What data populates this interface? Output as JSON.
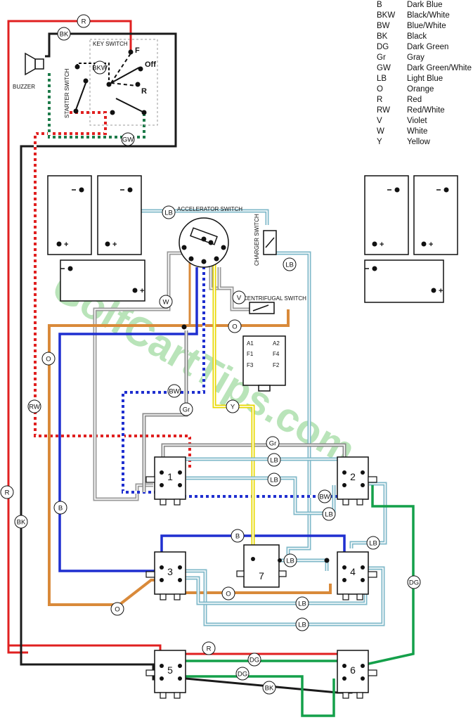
{
  "legend": [
    {
      "code": "B",
      "name": "Dark Blue"
    },
    {
      "code": "BKW",
      "name": "Black/White"
    },
    {
      "code": "BW",
      "name": "Blue/White"
    },
    {
      "code": "BK",
      "name": "Black"
    },
    {
      "code": "DG",
      "name": "Dark Green"
    },
    {
      "code": "Gr",
      "name": "Gray"
    },
    {
      "code": "GW",
      "name": "Dark Green/White"
    },
    {
      "code": "LB",
      "name": "Light Blue"
    },
    {
      "code": "O",
      "name": "Orange"
    },
    {
      "code": "R",
      "name": "Red"
    },
    {
      "code": "RW",
      "name": "Red/White"
    },
    {
      "code": "V",
      "name": "Violet"
    },
    {
      "code": "W",
      "name": "White"
    },
    {
      "code": "Y",
      "name": "Yellow"
    }
  ],
  "components": {
    "buzzer": "BUZZER",
    "key_switch": "KEY SWITCH",
    "starter_switch": "STARTER SWITCH",
    "key_f": "F",
    "key_off": "Off",
    "key_r": "R",
    "accelerator_switch": "ACCELERATOR SWITCH",
    "charger_switch": "CHARGER SWITCH",
    "centrifugal_switch": "CENTRIFUGAL SWITCH",
    "motor_terminals": [
      "A1",
      "F1",
      "F3",
      "A2",
      "F4",
      "F2"
    ],
    "solenoids": [
      "1",
      "2",
      "3",
      "4",
      "5",
      "6",
      "7"
    ],
    "watermark": "GolfCartTips.com"
  },
  "wire_labels": {
    "r": "R",
    "bk": "BK",
    "gw": "GW",
    "bkw": "BKW",
    "lb": "LB",
    "w": "W",
    "v": "V",
    "o": "O",
    "bw": "BW",
    "gr": "Gr",
    "y": "Y",
    "rw": "RW",
    "b": "B",
    "dg": "DG"
  },
  "colors": {
    "red": "#e02020",
    "black": "#1a1a1a",
    "blue": "#1f2fd0",
    "orange": "#d98a3a",
    "lightblue": "#7fb8c9",
    "gray": "#8a8a8a",
    "green": "#14a04a",
    "yellow": "#e8d800",
    "darkgreen": "#1e7b4a",
    "watermark": "#b9e4b9"
  }
}
